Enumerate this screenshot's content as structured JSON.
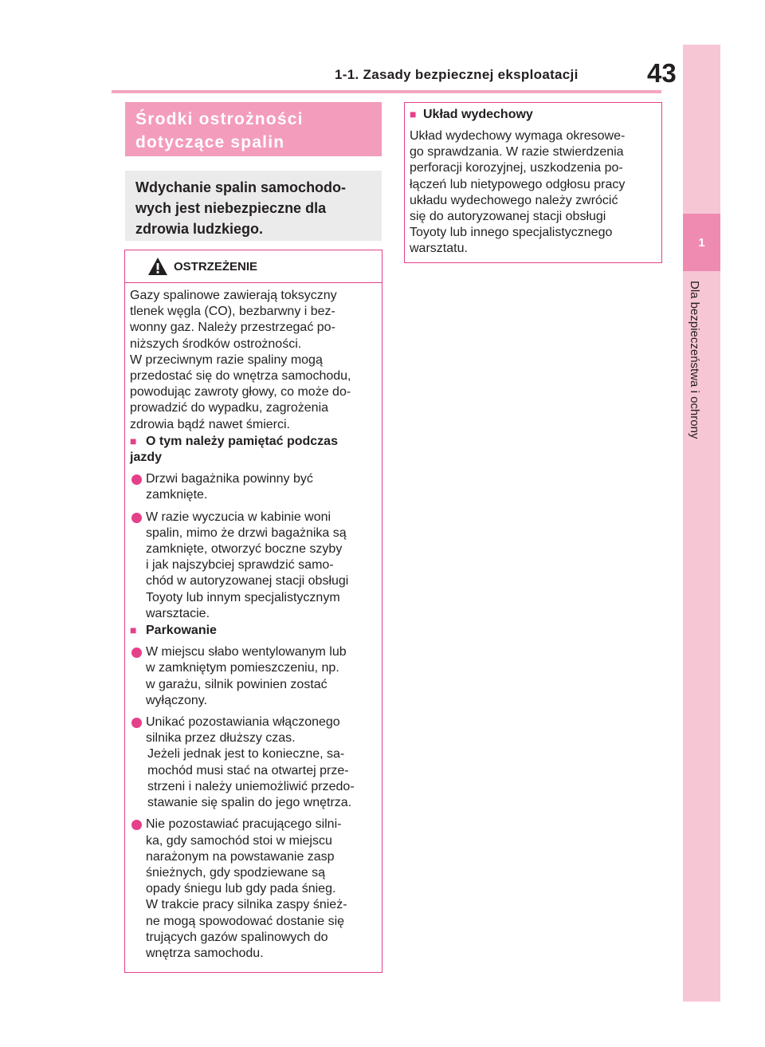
{
  "header": {
    "title": "1-1. Zasady bezpiecznej eksploatacji",
    "page_number": "43"
  },
  "side_tab": {
    "chapter_number": "1",
    "chapter_title": "Dla bezpieczeństwa i ochrony"
  },
  "section": {
    "title_line1": "Środki ostrożności",
    "title_line2": "dotyczące spalin",
    "intro_line1": "Wdychanie spalin samochodo-",
    "intro_line2": "wych jest niebezpieczne dla",
    "intro_line3": "zdrowia ludzkiego."
  },
  "warning": {
    "icon": "warning-triangle-icon",
    "title": "OSTRZEŻENIE",
    "lines": [
      "Gazy spalinowe zawierają toksyczny",
      "tlenek węgla (CO), bezbarwny i bez-",
      "wonny gaz. Należy przestrzegać po-",
      "niższych środków ostrożności.",
      "W przeciwnym razie spaliny mogą",
      "przedostać się do wnętrza samochodu,",
      "powodując zawroty głowy, co może do-",
      "prowadzić do wypadku, zagrożenia",
      "zdrowia bądź nawet śmierci."
    ],
    "subsection1": {
      "heading_line1": "O tym należy pamiętać podczas",
      "heading_line2": "jazdy",
      "items": [
        [
          "Drzwi bagażnika powinny być",
          "zamknięte."
        ],
        [
          "W razie wyczucia w kabinie woni",
          "spalin, mimo że drzwi bagażnika są",
          "zamknięte, otworzyć boczne szyby",
          "i jak najszybciej sprawdzić samo-",
          "chód w autoryzowanej stacji obsługi",
          "Toyoty lub innym specjalistycznym",
          "warsztacie."
        ]
      ]
    },
    "subsection2": {
      "heading": "Parkowanie",
      "items": [
        [
          "W miejscu słabo wentylowanym lub",
          "w zamkniętym pomieszczeniu, np.",
          "w garażu, silnik powinien zostać",
          "wyłączony."
        ],
        [
          "Unikać pozostawiania włączonego",
          "silnika przez dłuższy czas.",
          "Jeżeli jednak jest to konieczne, sa-",
          "mochód musi stać na otwartej prze-",
          "strzeni i należy uniemożliwić przedo-",
          "stawanie się spalin do jego wnętrza."
        ],
        [
          "Nie pozostawiać pracującego silni-",
          "ka, gdy samochód stoi w miejscu",
          "narażonym na powstawanie zasp",
          "śnieżnych, gdy spodziewane są",
          "opady śniegu lub gdy pada śnieg.",
          "W trakcie pracy silnika zaspy śnież-",
          "ne mogą spowodować dostanie się",
          "trujących gazów spalinowych do",
          "wnętrza samochodu."
        ]
      ]
    }
  },
  "exhaust_system": {
    "heading": "Układ wydechowy",
    "lines": [
      "Układ wydechowy wymaga okresowe-",
      "go sprawdzania. W razie stwierdzenia",
      "perforacji korozyjnej, uszkodzenia po-",
      "łączeń lub nietypowego odgłosu pracy",
      "układu wydechowego należy zwrócić",
      "się do autoryzowanej stacji obsługi",
      "Toyoty lub innego specjalistycznego",
      "warsztatu."
    ]
  },
  "colors": {
    "accent_pink": "#e5408a",
    "title_pink": "#f39cbc",
    "tab_light": "#f7c6d5",
    "tab_dark": "#ef8bb0",
    "intro_gray": "#ebebeb"
  }
}
